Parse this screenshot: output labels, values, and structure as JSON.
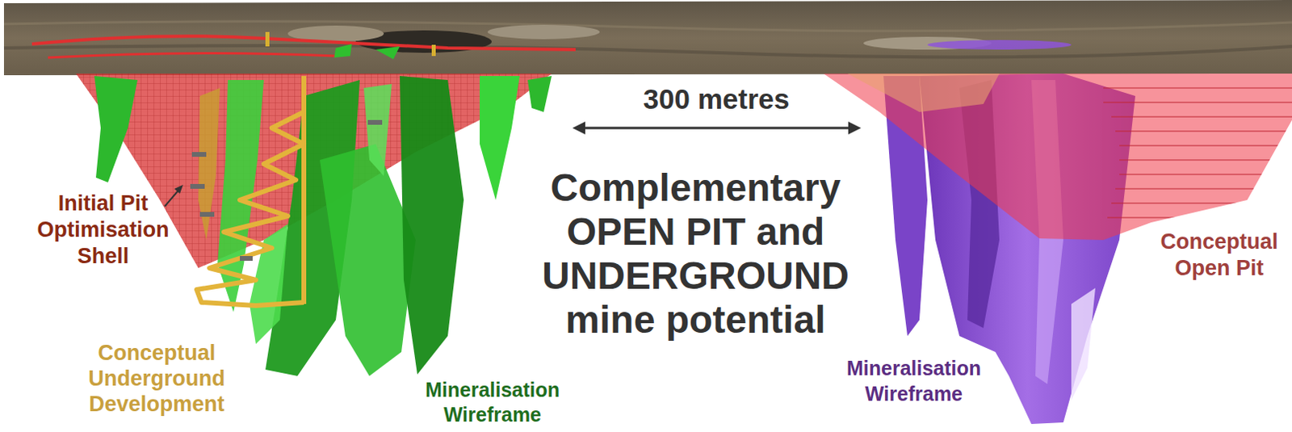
{
  "diagram": {
    "title": "Complementary OPEN PIT and UNDERGROUND mine potential",
    "labels": [
      "300 metres",
      "Initial Pit Optimisation Shell",
      "Conceptual Underground Development",
      "Mineralisation Wireframe",
      "Mineralisation Wireframe",
      "Conceptual Open Pit"
    ]
  }
}
